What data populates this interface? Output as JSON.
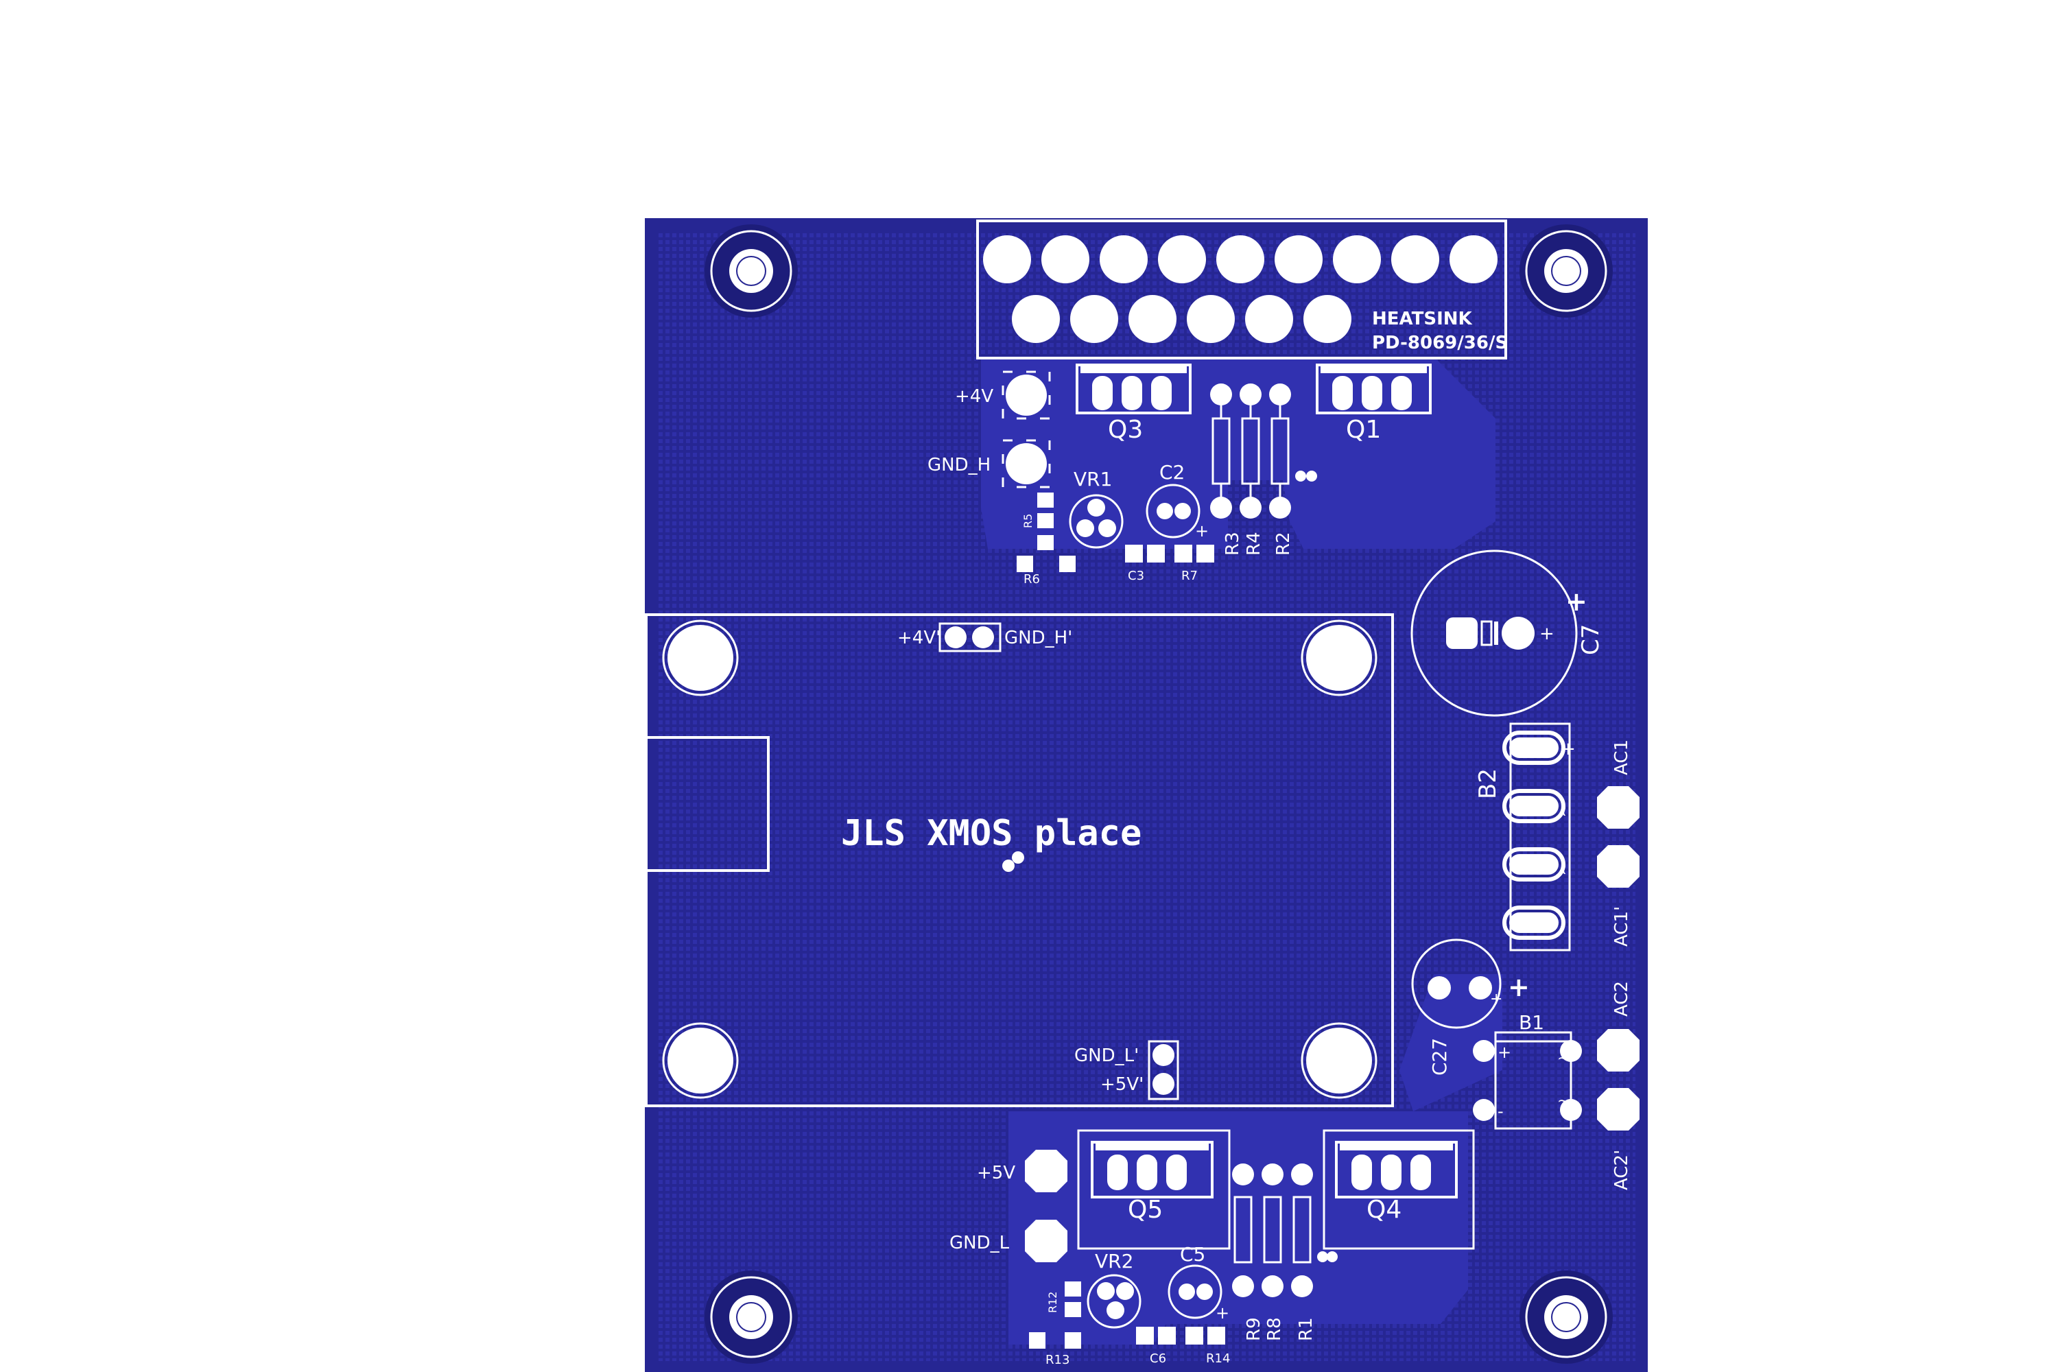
{
  "colors": {
    "board": "#262693",
    "copper": "#2d2da3",
    "copper_dark": "#1d1d7a",
    "silkscreen": "#ffffff",
    "pad": "#ffffff"
  },
  "title_text": "JLS XMOS place",
  "heatsink": {
    "line1": "HEATSINK",
    "line2": "PD-8069/36/S"
  },
  "labels": {
    "plus4v": "+4V",
    "gnd_h": "GND_H",
    "plus4v_prime": "+4V'",
    "gnd_h_prime": "GND_H'",
    "gnd_l_prime": "GND_L'",
    "plus5v_prime": "+5V'",
    "plus5v": "+5V",
    "gnd_l": "GND_L",
    "ac1": "AC1",
    "ac1_prime": "AC1'",
    "ac2": "AC2",
    "ac2_prime": "AC2'"
  },
  "refdes": {
    "q3": "Q3",
    "q1": "Q1",
    "q5": "Q5",
    "q4": "Q4",
    "vr1": "VR1",
    "vr2": "VR2",
    "c2": "C2",
    "c5": "C5",
    "c7": "C7",
    "c27": "C27",
    "c3": "C3",
    "c6": "C6",
    "r2": "R2",
    "r3": "R3",
    "r4": "R4",
    "r5": "R5",
    "r6": "R6",
    "r7": "R7",
    "r1": "R1",
    "r8": "R8",
    "r9": "R9",
    "r12": "R12",
    "r13": "R13",
    "r14": "R14",
    "b1": "B1",
    "b2": "B2"
  },
  "polarity": {
    "plus": "+",
    "minus": "-",
    "ac": "~"
  }
}
